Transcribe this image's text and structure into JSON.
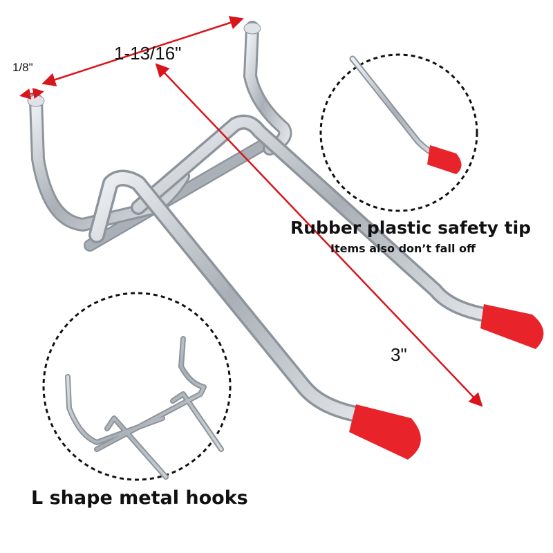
{
  "dimensions": {
    "wire_diameter": "1/8\"",
    "hook_spacing": "1-13/16\"",
    "hook_length": "3\""
  },
  "callouts": {
    "tip_title": "Rubber plastic safety tip",
    "tip_subtitle": "Items also don’t fall off",
    "shape_title": "L shape metal hooks"
  },
  "colors": {
    "arrow": "#d8151b",
    "tip": "#e8232a",
    "metal": "#b9bec4"
  }
}
